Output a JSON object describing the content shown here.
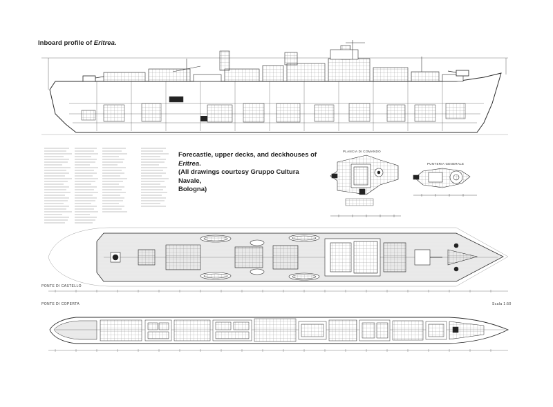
{
  "captions": {
    "profile_prefix": "Inboard profile of ",
    "profile_ship": "Eritrea",
    "profile_suffix": ".",
    "decks_line1_prefix": "Forecastle, upper decks, and deckhouses of ",
    "decks_line1_ship": "Eritrea",
    "decks_line1_suffix": ".",
    "decks_line2": "(All drawings courtesy Gruppo Cultura Navale,",
    "decks_line3": "Bologna)"
  },
  "labels": {
    "bridge": "PLANCIA  DI  COMANDO",
    "director": "PUNTERIA  GENERALE",
    "forecastle_deck": "PONTE  DI  CASTELLO",
    "main_deck": "PONTE  DI  COPERTA",
    "scale": "Scala 1:50"
  },
  "colors": {
    "ink": "#2b2b2b",
    "paper": "#ffffff",
    "deck_hatch": "#9a9a9a"
  }
}
